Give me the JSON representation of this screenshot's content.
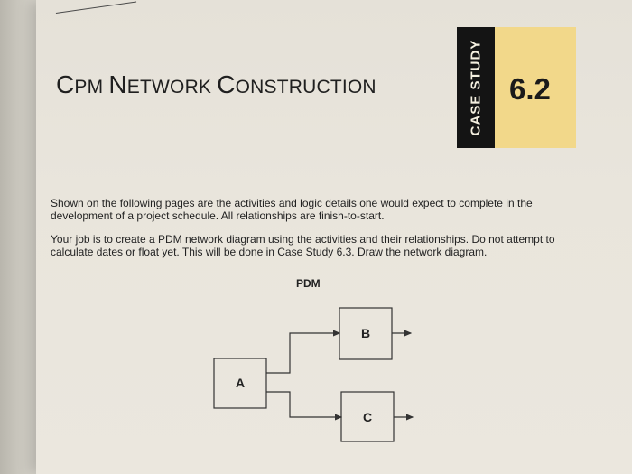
{
  "header": {
    "title_parts": [
      {
        "text": "C",
        "size": "big"
      },
      {
        "text": "PM ",
        "size": "small"
      },
      {
        "text": "N",
        "size": "big"
      },
      {
        "text": "ETWORK ",
        "size": "small"
      },
      {
        "text": "C",
        "size": "big"
      },
      {
        "text": "ONSTRUCTION",
        "size": "small"
      }
    ],
    "badge_label": "CASE STUDY",
    "badge_number": "6.2"
  },
  "body": {
    "paragraph1": "Shown on the following pages are the activities and logic details one would expect to complete in the development of a project schedule. All relationships are finish-to-start.",
    "paragraph2": "Your job is to create a PDM network diagram using the activities and their relationships. Do not attempt to calculate dates or float yet. This will be done in Case Study 6.3. Draw the network diagram."
  },
  "diagram": {
    "label": "PDM",
    "nodes": [
      "A",
      "B",
      "C"
    ]
  },
  "colors": {
    "badge_yellow": "#f2d88a",
    "badge_black": "#141414",
    "text": "#222222"
  }
}
